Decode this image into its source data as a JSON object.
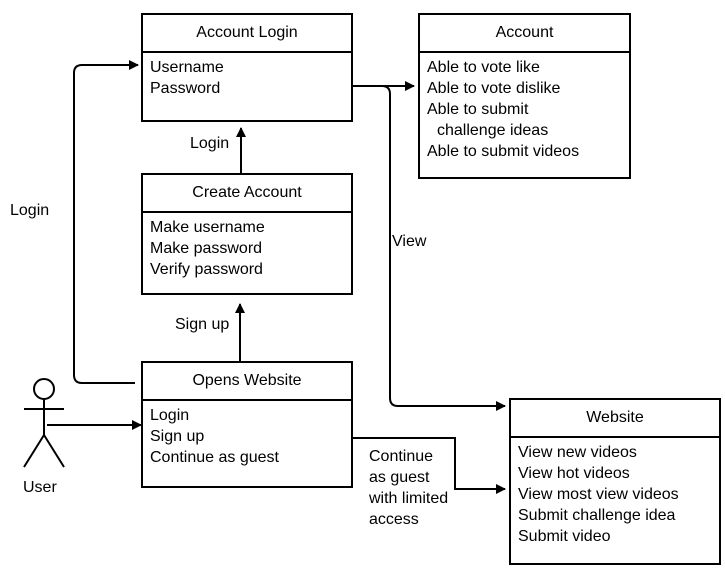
{
  "boxes": {
    "account_login": {
      "title": "Account Login",
      "items": [
        "Username",
        "Password"
      ]
    },
    "account": {
      "title": "Account",
      "items": [
        "Able to vote like",
        "Able to vote dislike",
        "Able to submit",
        "challenge ideas",
        "Able to submit videos"
      ]
    },
    "create_account": {
      "title": "Create Account",
      "items": [
        "Make username",
        "Make password",
        "Verify password"
      ]
    },
    "opens_website": {
      "title": "Opens Website",
      "items": [
        "Login",
        "Sign up",
        "Continue as guest"
      ]
    },
    "website": {
      "title": "Website",
      "items": [
        "View new videos",
        "View hot videos",
        "View most view videos",
        "Submit challenge idea",
        "Submit video"
      ]
    }
  },
  "labels": {
    "login_left": "Login",
    "login_mid": "Login",
    "view": "View",
    "sign_up": "Sign up",
    "guest": [
      "Continue",
      "as guest",
      "with limited",
      "access"
    ],
    "user": "User"
  }
}
